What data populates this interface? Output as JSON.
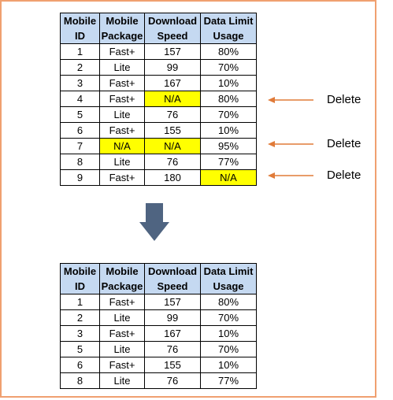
{
  "table": {
    "headers": [
      [
        "Mobile",
        "ID"
      ],
      [
        "Mobile",
        "Package"
      ],
      [
        "Download",
        "Speed"
      ],
      [
        "Data Limit",
        "Usage"
      ]
    ],
    "before_rows": [
      [
        "1",
        "Fast+",
        "157",
        "80%"
      ],
      [
        "2",
        "Lite",
        "99",
        "70%"
      ],
      [
        "3",
        "Fast+",
        "167",
        "10%"
      ],
      [
        "4",
        "Fast+",
        "N/A",
        "80%"
      ],
      [
        "5",
        "Lite",
        "76",
        "70%"
      ],
      [
        "6",
        "Fast+",
        "155",
        "10%"
      ],
      [
        "7",
        "N/A",
        "N/A",
        "95%"
      ],
      [
        "8",
        "Lite",
        "76",
        "77%"
      ],
      [
        "9",
        "Fast+",
        "180",
        "N/A"
      ]
    ],
    "after_rows": [
      [
        "1",
        "Fast+",
        "157",
        "80%"
      ],
      [
        "2",
        "Lite",
        "99",
        "70%"
      ],
      [
        "3",
        "Fast+",
        "167",
        "10%"
      ],
      [
        "5",
        "Lite",
        "76",
        "70%"
      ],
      [
        "6",
        "Fast+",
        "155",
        "10%"
      ],
      [
        "8",
        "Lite",
        "76",
        "77%"
      ]
    ]
  },
  "annotations": {
    "delete_label": "Delete"
  },
  "colors": {
    "header_fill": "#c5d9f1",
    "missing_highlight": "#ffff00",
    "arrow": "#e07b39",
    "down_arrow": "#4f6481",
    "frame_border": "#f0a070"
  },
  "icons": {
    "row_pointer": "left-arrow-icon",
    "transition": "down-arrow-icon"
  }
}
